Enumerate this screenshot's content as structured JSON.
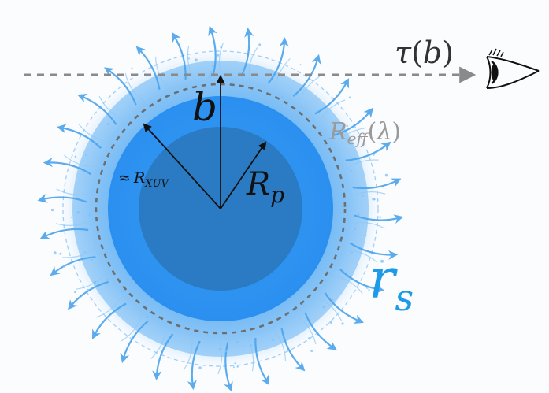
{
  "labels": {
    "tau": {
      "text": "τ",
      "open": "(",
      "arg": "b",
      "close": ")"
    },
    "impact_b": "b",
    "r_eff": {
      "main": "R",
      "sub": "eff",
      "open": "(",
      "arg": "λ",
      "close": ")"
    },
    "r_xuv": {
      "approx": "≈",
      "main": "R",
      "sub": "XUV"
    },
    "r_p": {
      "main": "R",
      "sub": "p"
    },
    "r_s": {
      "main": "r",
      "sub": "s"
    }
  },
  "colors": {
    "planet_core": "#2b7bc4",
    "planet_layer": "#2f93f0",
    "atmosphere_inner": "#5aaef3",
    "atmosphere_outer": "#bfe0fb",
    "outflow_arrows": "#4aa3ec",
    "ray_line": "#8a8a8a",
    "r_eff_circle": "#6e6e6e",
    "r_s_label": "#1e9be8",
    "r_eff_label": "#9a9a9a"
  },
  "icons": {
    "observer": "eye-icon"
  }
}
